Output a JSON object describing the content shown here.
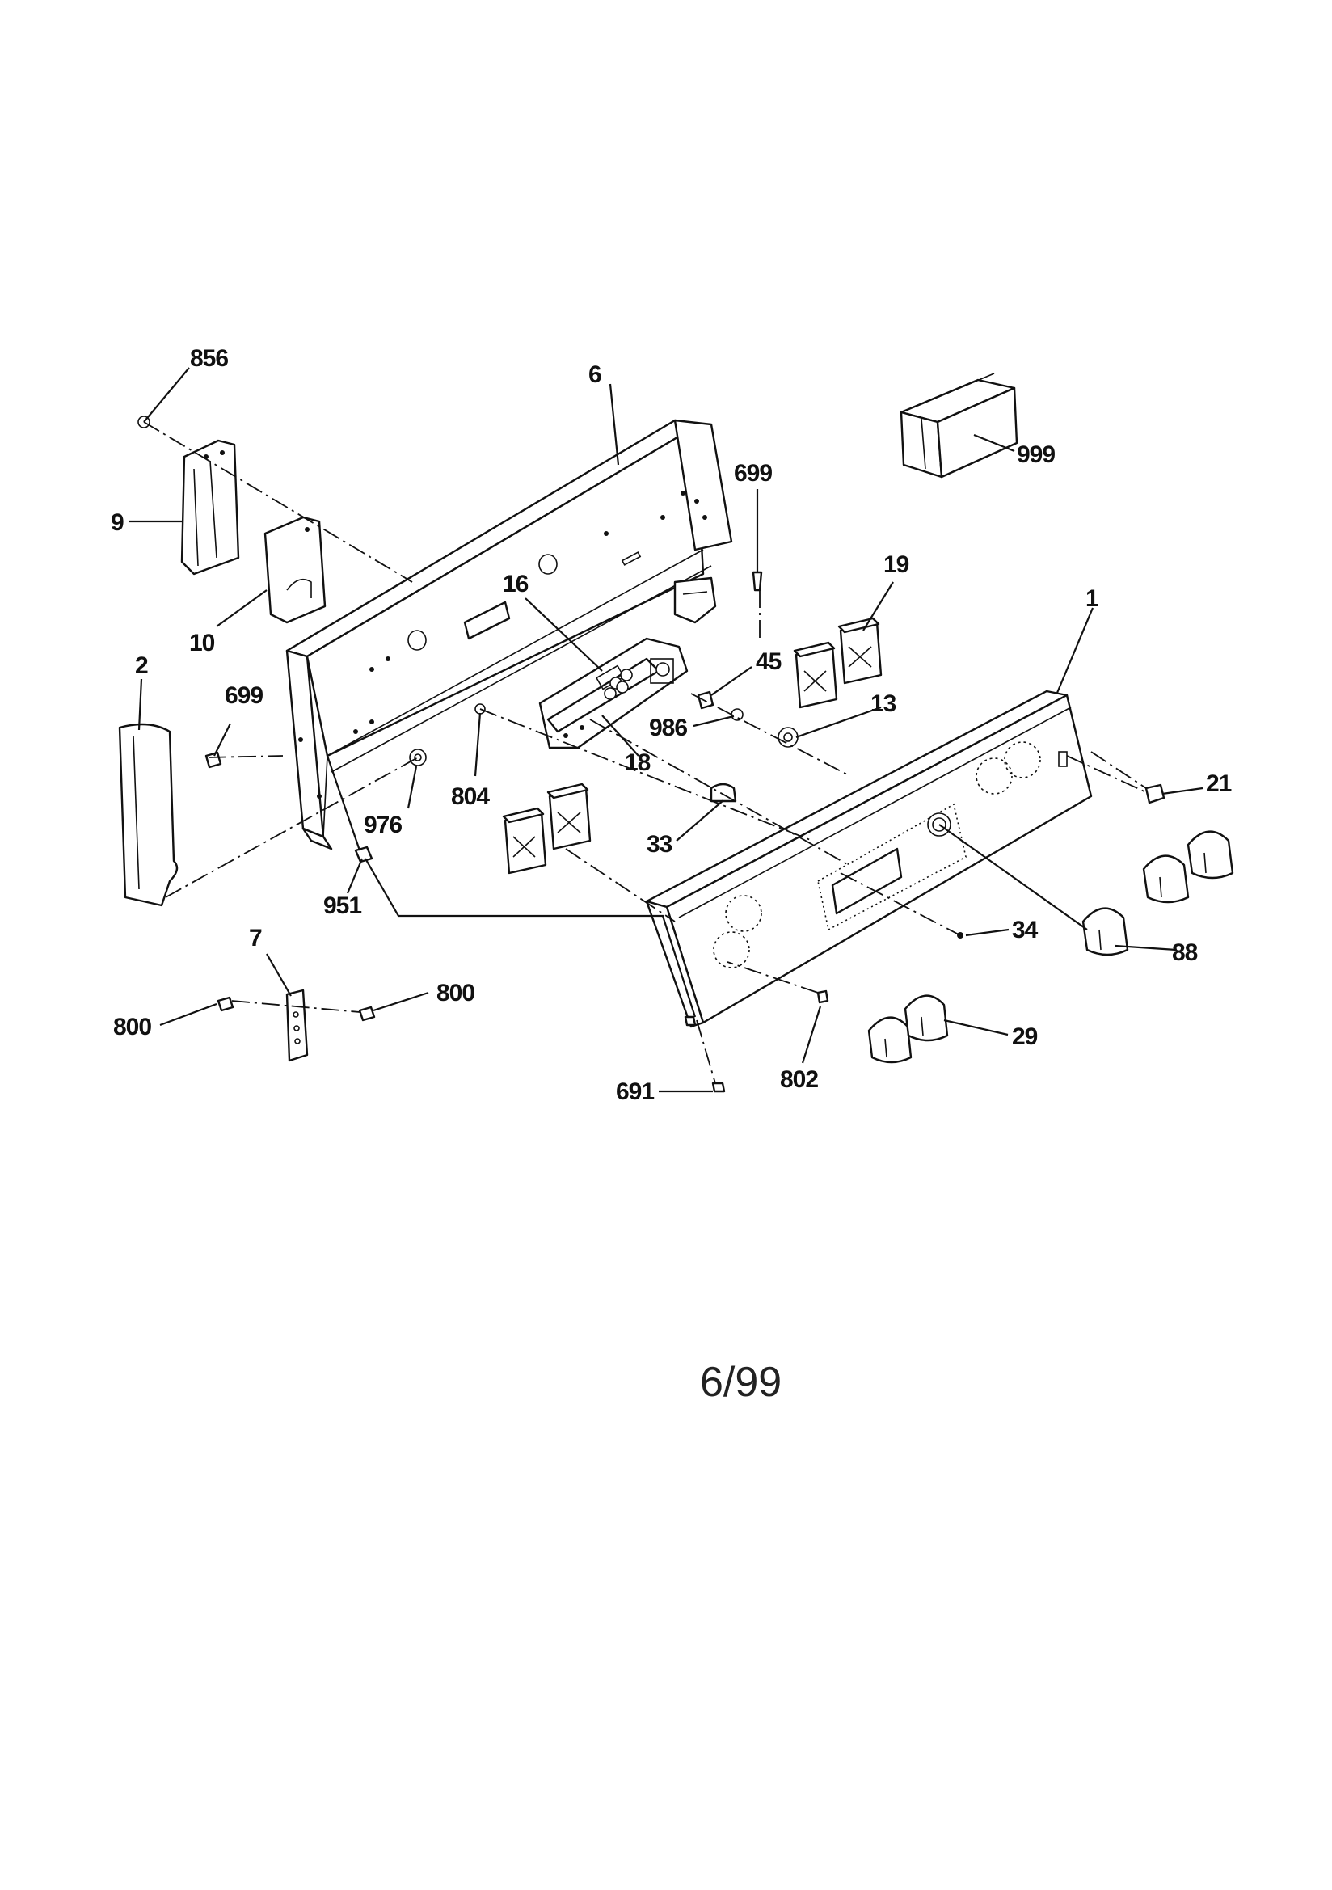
{
  "diagram": {
    "callouts": [
      {
        "id": "856",
        "label": "856"
      },
      {
        "id": "6",
        "label": "6"
      },
      {
        "id": "999",
        "label": "999"
      },
      {
        "id": "699a",
        "label": "699"
      },
      {
        "id": "9",
        "label": "9"
      },
      {
        "id": "19",
        "label": "19"
      },
      {
        "id": "16",
        "label": "16"
      },
      {
        "id": "10",
        "label": "10"
      },
      {
        "id": "1",
        "label": "1"
      },
      {
        "id": "2",
        "label": "2"
      },
      {
        "id": "45",
        "label": "45"
      },
      {
        "id": "699b",
        "label": "699"
      },
      {
        "id": "13",
        "label": "13"
      },
      {
        "id": "986",
        "label": "986"
      },
      {
        "id": "18",
        "label": "18"
      },
      {
        "id": "21",
        "label": "21"
      },
      {
        "id": "804",
        "label": "804"
      },
      {
        "id": "976",
        "label": "976"
      },
      {
        "id": "33",
        "label": "33"
      },
      {
        "id": "34",
        "label": "34"
      },
      {
        "id": "88",
        "label": "88"
      },
      {
        "id": "951",
        "label": "951"
      },
      {
        "id": "7",
        "label": "7"
      },
      {
        "id": "800a",
        "label": "800"
      },
      {
        "id": "800b",
        "label": "800"
      },
      {
        "id": "29",
        "label": "29"
      },
      {
        "id": "802",
        "label": "802"
      },
      {
        "id": "691",
        "label": "691"
      }
    ]
  },
  "footer": {
    "date_code": "6/99"
  }
}
